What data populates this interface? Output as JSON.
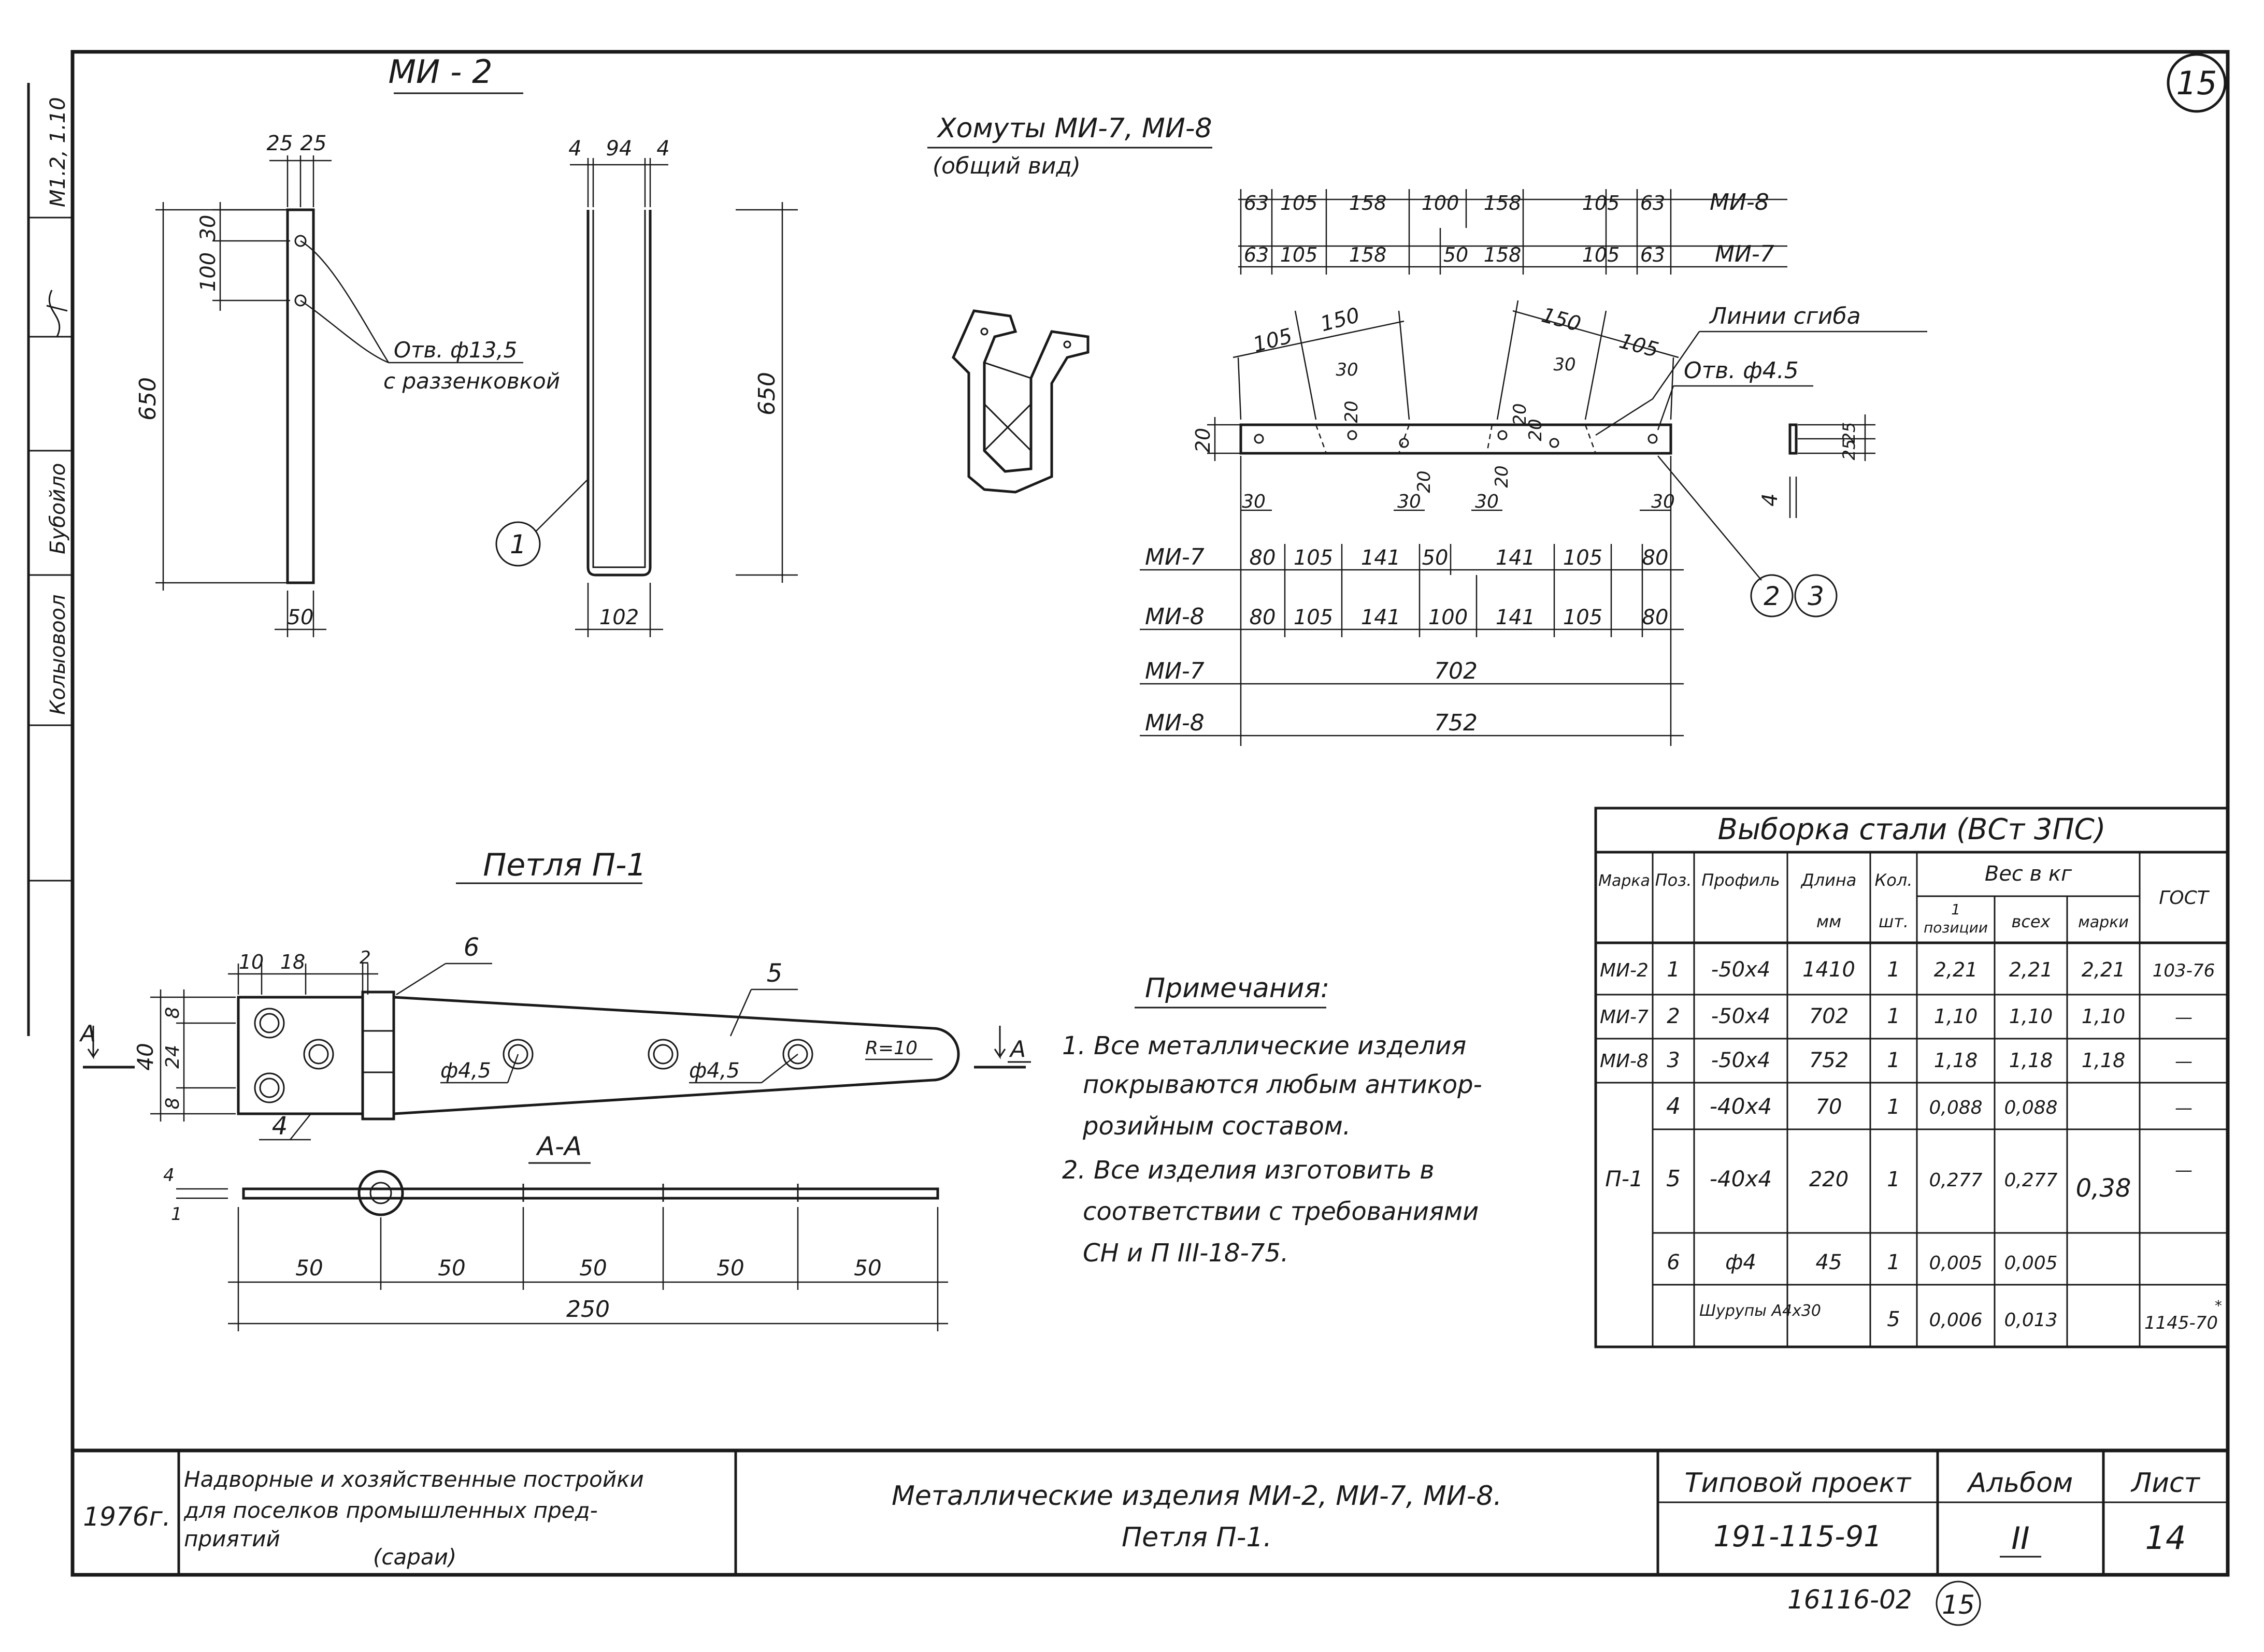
{
  "sheet_no_circle": "15",
  "left_strip": {
    "ref": "М1.2, 1.10",
    "sign_1": "",
    "name_1": "Бубойло",
    "name_2": "Колыовоол"
  },
  "mi2": {
    "title": "МИ - 2",
    "dim_25a": "25",
    "dim_25b": "25",
    "dim_30": "30",
    "dim_100": "100",
    "dim_650": "650",
    "dim_50": "50",
    "hole_label": "Отв. ф13,5",
    "hole_label_2": "с раззенковкой",
    "u_dim_4a": "4",
    "u_dim_94": "94",
    "u_dim_4b": "4",
    "u_dim_650": "650",
    "u_dim_102": "102",
    "pos_1": "1"
  },
  "clamps": {
    "title": "Хомуты МИ-7, МИ-8",
    "subtitle": "(общий вид)",
    "top_row_mi8": [
      "63",
      "105",
      "158",
      "100",
      "158",
      "105",
      "63"
    ],
    "top_row_mi7": [
      "63",
      "105",
      "158",
      "50",
      "158",
      "105",
      "63"
    ],
    "label_mi8": "МИ-8",
    "label_mi7": "МИ-7",
    "bend_label": "Линии сгиба",
    "hole_label": "Отв. ф4.5",
    "dims_angle": [
      "105",
      "150",
      "150",
      "105"
    ],
    "dims_small": [
      "30",
      "30",
      "20",
      "20",
      "20",
      "20",
      "20"
    ],
    "dims_30_row": [
      "30",
      "30",
      "30",
      "30"
    ],
    "row_mi7": [
      "80",
      "105",
      "141",
      "50",
      "141",
      "105",
      "80"
    ],
    "row_mi8": [
      "80",
      "105",
      "141",
      "100",
      "141",
      "105",
      "80"
    ],
    "total_mi7": "702",
    "total_mi8": "752",
    "pos_2": "2",
    "pos_3": "3",
    "sec_25a": "25",
    "sec_25b": "25",
    "sec_4": "4",
    "sec_20": "20"
  },
  "loop": {
    "title": "Петля П-1",
    "dim_10": "10",
    "dim_18": "18",
    "dim_2": "2",
    "dim_8a": "8",
    "dim_24": "24",
    "dim_8b": "8",
    "dim_40": "40",
    "pos_4": "4",
    "pos_5": "5",
    "pos_6": "6",
    "hole_a": "ф4,5",
    "hole_b": "ф4,5",
    "radius": "R=10",
    "section_mark": "А",
    "section_title": "А-А",
    "sec_4": "4",
    "sec_1": "1",
    "dims_50": [
      "50",
      "50",
      "50",
      "50",
      "50"
    ],
    "dim_250": "250"
  },
  "notes": {
    "title": "Примечания:",
    "lines": [
      "1. Все металлические изделия",
      "покрываются любым антикор-",
      "розийным составом.",
      "2. Все изделия изготовить в",
      "соответствии с требованиями",
      "СН и П  III-18-75."
    ]
  },
  "steel_table": {
    "title": "Выборка стали (ВСт 3ПС)",
    "headers": {
      "mark": "Марка",
      "pos": "Поз.",
      "profile": "Профиль",
      "length": "Длина",
      "length_unit": "мм",
      "qty": "Кол.",
      "qty_unit": "шт.",
      "weight": "Вес в кг",
      "w_pos_1": "1",
      "w_pos": "позиции",
      "w_all": "всех",
      "w_mark": "марки",
      "gost": "ГОСТ"
    },
    "rows": [
      {
        "mark": "МИ-2",
        "pos": "1",
        "profile": "-50х4",
        "length": "1410",
        "qty": "1",
        "w1": "2,21",
        "wall": "2,21",
        "wmark": "2,21",
        "gost": "103-76"
      },
      {
        "mark": "МИ-7",
        "pos": "2",
        "profile": "-50х4",
        "length": "702",
        "qty": "1",
        "w1": "1,10",
        "wall": "1,10",
        "wmark": "1,10",
        "gost": "—"
      },
      {
        "mark": "МИ-8",
        "pos": "3",
        "profile": "-50х4",
        "length": "752",
        "qty": "1",
        "w1": "1,18",
        "wall": "1,18",
        "wmark": "1,18",
        "gost": "—"
      },
      {
        "mark": "",
        "pos": "4",
        "profile": "-40х4",
        "length": "70",
        "qty": "1",
        "w1": "0,088",
        "wall": "0,088",
        "wmark": "",
        "gost": "—"
      },
      {
        "mark": "П-1",
        "pos": "5",
        "profile": "-40х4",
        "length": "220",
        "qty": "1",
        "w1": "0,277",
        "wall": "0,277",
        "wmark": "0,38",
        "gost": "—"
      },
      {
        "mark": "",
        "pos": "6",
        "profile": "ф4",
        "length": "45",
        "qty": "1",
        "w1": "0,005",
        "wall": "0,005",
        "wmark": "",
        "gost": ""
      },
      {
        "mark": "",
        "pos": "",
        "profile": "Шурупы А4х30",
        "length": "",
        "qty": "5",
        "w1": "0,006",
        "wall": "0,013",
        "wmark": "",
        "gost": "1145-70"
      }
    ],
    "gost_sup": "*"
  },
  "title_block": {
    "year": "1976г.",
    "object_l1": "Надворные и хозяйственные постройки",
    "object_l2": "для поселков промышленных пред-",
    "object_l3": "приятий",
    "object_l4": "(сараи)",
    "drawing_l1": "Металлические изделия МИ-2, МИ-7, МИ-8.",
    "drawing_l2": "Петля П-1.",
    "project_label": "Типовой проект",
    "project_no": "191-115-91",
    "album_label": "Альбом",
    "album_no": "II",
    "sheet_label": "Лист",
    "sheet_no": "14"
  },
  "footer": {
    "archive_no": "16116-02",
    "circle": "15"
  }
}
